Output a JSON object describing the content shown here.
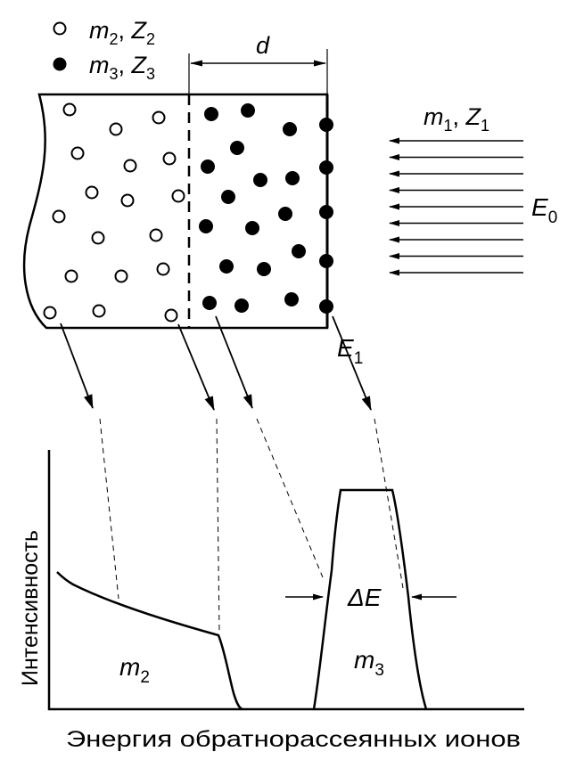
{
  "legend": {
    "open_label": {
      "m": "m",
      "msub": "2",
      "sep": ", ",
      "z": "Z",
      "zsub": "2"
    },
    "filled_label": {
      "m": "m",
      "msub": "3",
      "sep": ", ",
      "z": "Z",
      "zsub": "3"
    }
  },
  "layer_thickness_label": "d",
  "beam": {
    "m": "m",
    "msub": "1",
    "sep": ", ",
    "z": "Z",
    "zsub": "1",
    "energy": "E",
    "energy_sub": "0",
    "arrow_count": 9
  },
  "scattered_energy": {
    "e": "E",
    "sub": "1"
  },
  "peak_width_label": "ΔE",
  "regions": {
    "substrate": {
      "m": "m",
      "sub": "2"
    },
    "film": {
      "m": "m",
      "sub": "3"
    }
  },
  "axes": {
    "ylabel": "Интенсивность",
    "xlabel": "Энергия обратнорассеянных ионов"
  },
  "colors": {
    "ink": "#000000",
    "background": "#ffffff"
  }
}
